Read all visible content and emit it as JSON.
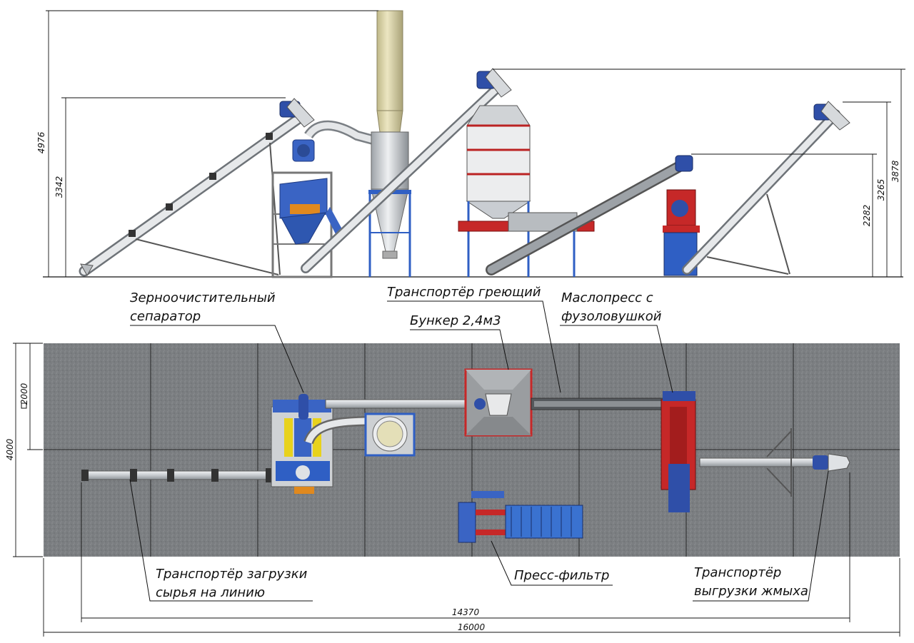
{
  "labels": {
    "separator_l1": "Зерноочистительный",
    "separator_l2": "сепаратор",
    "heating_conveyor": "Транспортёр греющий",
    "bunker": "Бункер 2,4м3",
    "oilpress_l1": "Маслопресс с",
    "oilpress_l2": "фузоловушкой",
    "loading_l1": "Транспортёр загрузки",
    "loading_l2": "сырья на линию",
    "press_filter": "Пресс-фильтр",
    "unload_l1": "Транспортёр",
    "unload_l2": "выгрузки жмыха"
  },
  "dimensions": {
    "h_4976": "4976",
    "h_3342": "3342",
    "h_3878": "3878",
    "h_3265": "3265",
    "h_2282": "2282",
    "w_4000": "4000",
    "w_2000": "2000",
    "len_14370": "14370",
    "len_16000": "16000"
  },
  "colors": {
    "floor": "#7d8083",
    "steel": "#c9cdd2",
    "blue": "#2f5fc4",
    "red": "#c62828",
    "yellow": "#e8d21c",
    "silo": "#d9d2a6"
  }
}
